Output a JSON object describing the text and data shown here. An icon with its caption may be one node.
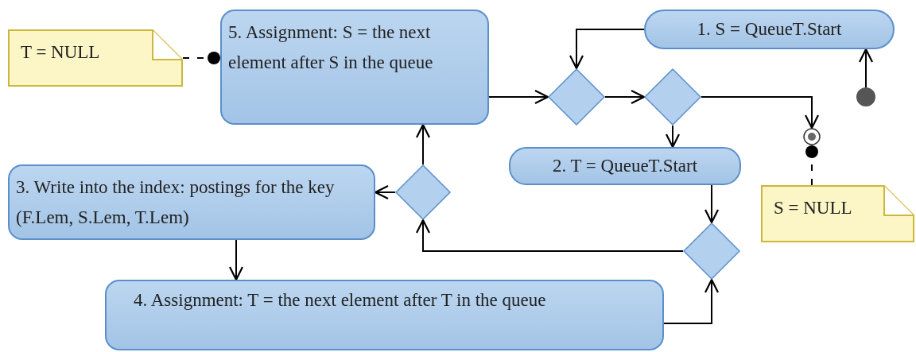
{
  "diagram": {
    "nodes": [
      {
        "text": [
          "T = NULL"
        ]
      },
      {
        "text": [
          "5. Assignment: S = the next element after S in the queue"
        ]
      },
      {
        "text": [
          "1. S = QueueT.Start"
        ]
      },
      {
        "text": [],
        "shape": "circle"
      },
      {
        "text": [],
        "shape": "diamond"
      },
      {
        "text": [],
        "shape": "diamond"
      },
      {
        "text": [],
        "shape": "bullseye"
      },
      {
        "text": [
          "2. T = QueueT.Start"
        ]
      },
      {
        "text": [
          "S = NULL"
        ]
      },
      {
        "text": [],
        "shape": "diamond"
      },
      {
        "text": [
          "3. Write into the index: postings for the key (F.Lem, S.Lem, T.Lem)"
        ]
      },
      {
        "text": [],
        "shape": "diamond"
      },
      {
        "text": [
          "4. Assignment: T = the next element after T in the queue"
        ]
      }
    ],
    "edges": [
      {
        "from": 0,
        "to": 1,
        "arrow": "other",
        "style": "dashed"
      },
      {
        "from": 3,
        "to": 2,
        "arrow": "to"
      },
      {
        "from": 2,
        "to": 4,
        "arrow": "to"
      },
      {
        "from": 1,
        "to": 4,
        "arrow": "to"
      },
      {
        "from": 4,
        "to": 5,
        "arrow": "to"
      },
      {
        "from": 5,
        "to": 6,
        "arrow": "to"
      },
      {
        "from": 8,
        "to": 6,
        "arrow": "other",
        "style": "dashed"
      },
      {
        "from": 5,
        "to": 7,
        "arrow": "to"
      },
      {
        "from": 7,
        "to": 11,
        "arrow": "to"
      },
      {
        "from": 11,
        "to": 9,
        "arrow": "to"
      },
      {
        "from": 9,
        "to": 1,
        "arrow": "to"
      },
      {
        "from": 9,
        "to": 10,
        "arrow": "to"
      },
      {
        "from": 10,
        "to": 12,
        "arrow": "to"
      },
      {
        "from": 12,
        "to": 11,
        "arrow": "to"
      }
    ]
  }
}
